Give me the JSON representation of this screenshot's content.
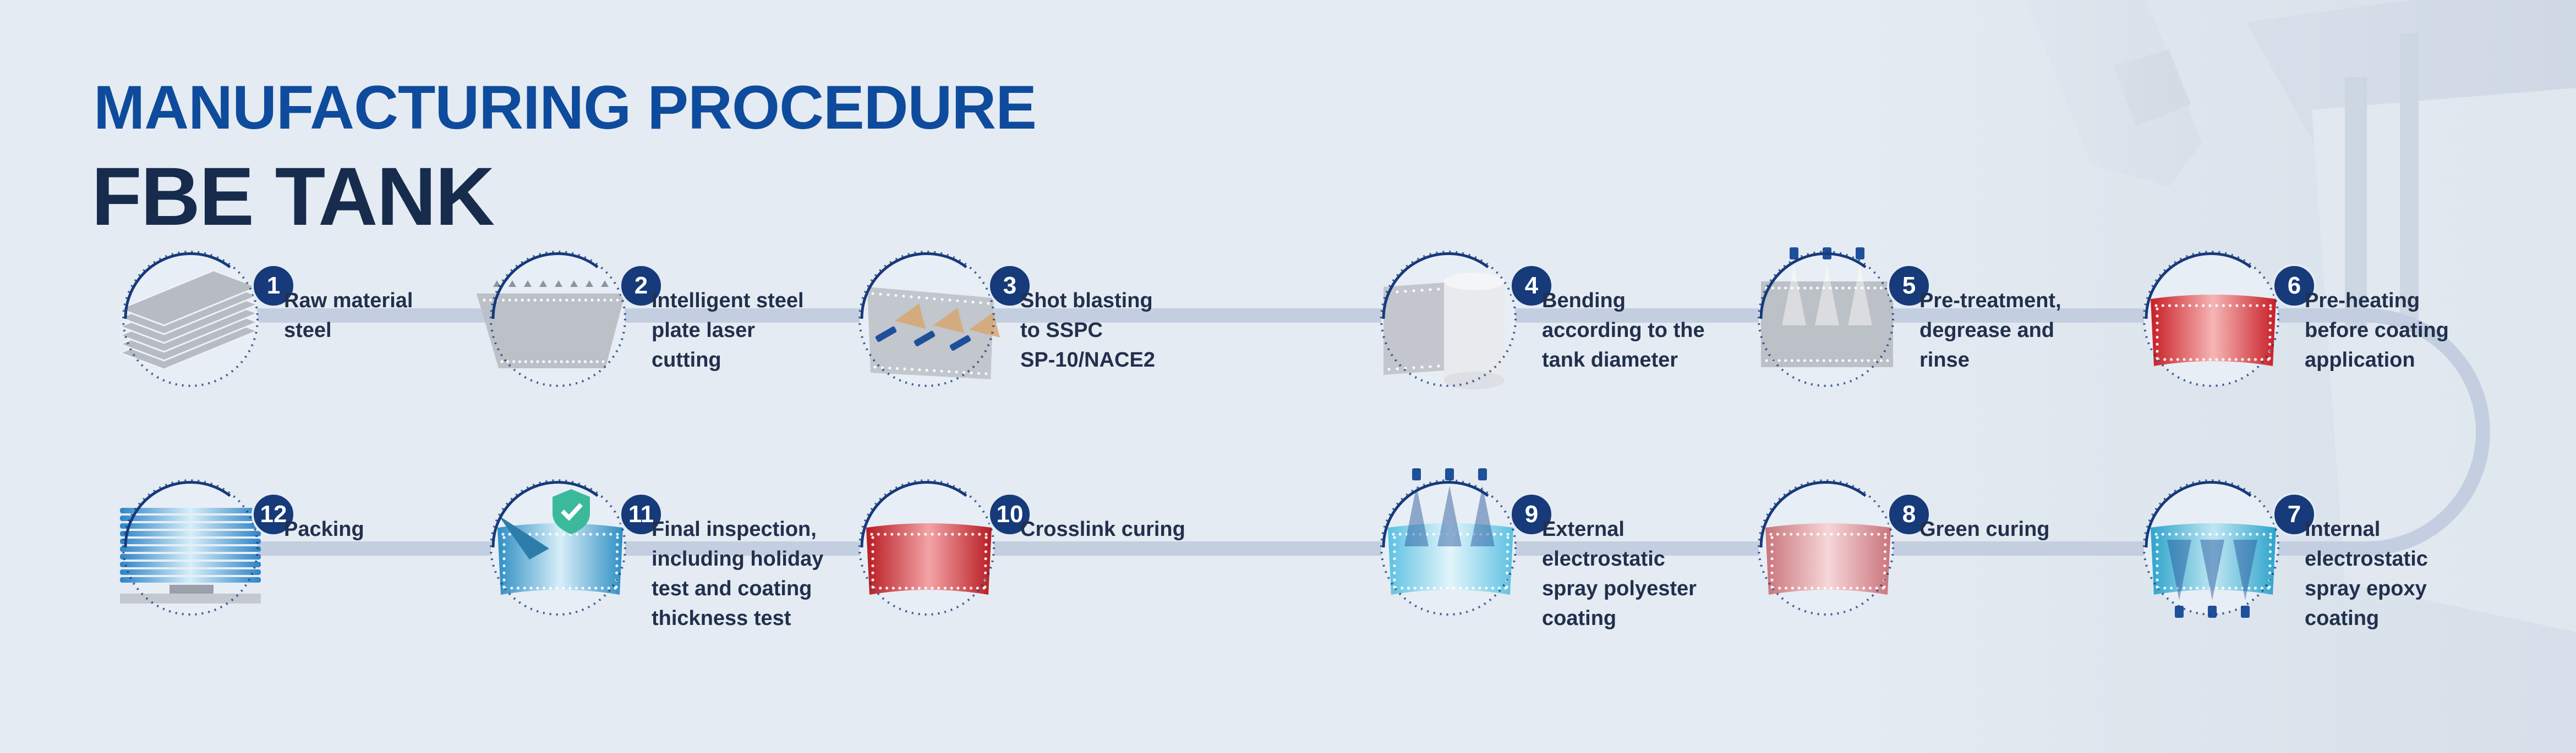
{
  "title": {
    "line1": "MANUFACTURING PROCEDURE",
    "line2": "FBE TANK"
  },
  "colors": {
    "title_blue": "#0e4b9c",
    "title_dark": "#172b4d",
    "badge": "#163a7a",
    "track": "#c3cfe0",
    "background": "#e4ebf2"
  },
  "steps": [
    {
      "number": "1",
      "label": "Raw material\nsteel",
      "icon": "steel-plate-stack-icon"
    },
    {
      "number": "2",
      "label": "Intelligent steel\nplate laser\ncutting",
      "icon": "laser-cutting-icon"
    },
    {
      "number": "3",
      "label": "Shot blasting\nto SSPC\nSP-10/NACE2",
      "icon": "shot-blasting-icon"
    },
    {
      "number": "4",
      "label": "Bending\naccording to the\ntank diameter",
      "icon": "plate-bending-icon"
    },
    {
      "number": "5",
      "label": "Pre-treatment,\ndegrease and\nrinse",
      "icon": "pretreatment-spray-icon"
    },
    {
      "number": "6",
      "label": "Pre-heating\nbefore coating\napplication",
      "icon": "preheated-plate-icon"
    },
    {
      "number": "7",
      "label": "Internal\nelectrostatic\nspray epoxy\ncoating",
      "icon": "epoxy-spray-icon"
    },
    {
      "number": "8",
      "label": "Green curing",
      "icon": "green-cured-plate-icon"
    },
    {
      "number": "9",
      "label": "External\nelectrostatic\nspray polyester\ncoating",
      "icon": "polyester-spray-icon"
    },
    {
      "number": "10",
      "label": "Crosslink curing",
      "icon": "crosslink-cured-plate-icon"
    },
    {
      "number": "11",
      "label": "Final inspection,\nincluding holiday\ntest and coating\nthickness test",
      "icon": "inspection-check-icon"
    },
    {
      "number": "12",
      "label": "Packing",
      "icon": "packed-plates-icon"
    }
  ]
}
